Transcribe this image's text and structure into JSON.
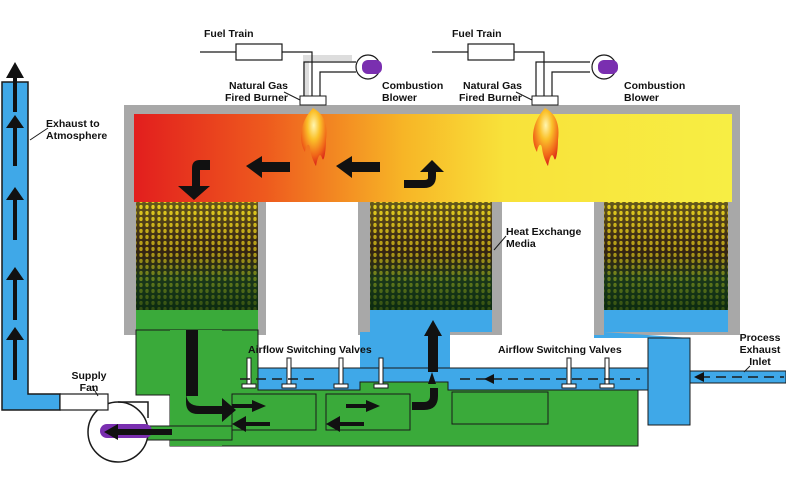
{
  "labels": {
    "fuel_train_1": "Fuel Train",
    "fuel_train_2": "Fuel Train",
    "burner_1": "Natural Gas\nFired Burner",
    "burner_2": "Natural Gas\nFired Burner",
    "blower_1": "Combustion\nBlower",
    "blower_2": "Combustion\nBlower",
    "exhaust": "Exhaust to\nAtmosphere",
    "heat_media": "Heat Exchange\nMedia",
    "valves_1": "Airflow Switching Valves",
    "valves_2": "Airflow Switching Valves",
    "process_inlet": "Process\nExhaust\nInlet",
    "supply_fan": "Supply\nFan"
  },
  "colors": {
    "casing": "#a8a8a8",
    "hot": "#e02020",
    "mid": "#f6a020",
    "warm": "#f8ec40",
    "clean_air": "#3fa8e8",
    "dirty_air": "#3aaa3a",
    "media_dark": "#1a1a1a",
    "blower_accent": "#7a2fb0",
    "arrow": "#111111"
  }
}
